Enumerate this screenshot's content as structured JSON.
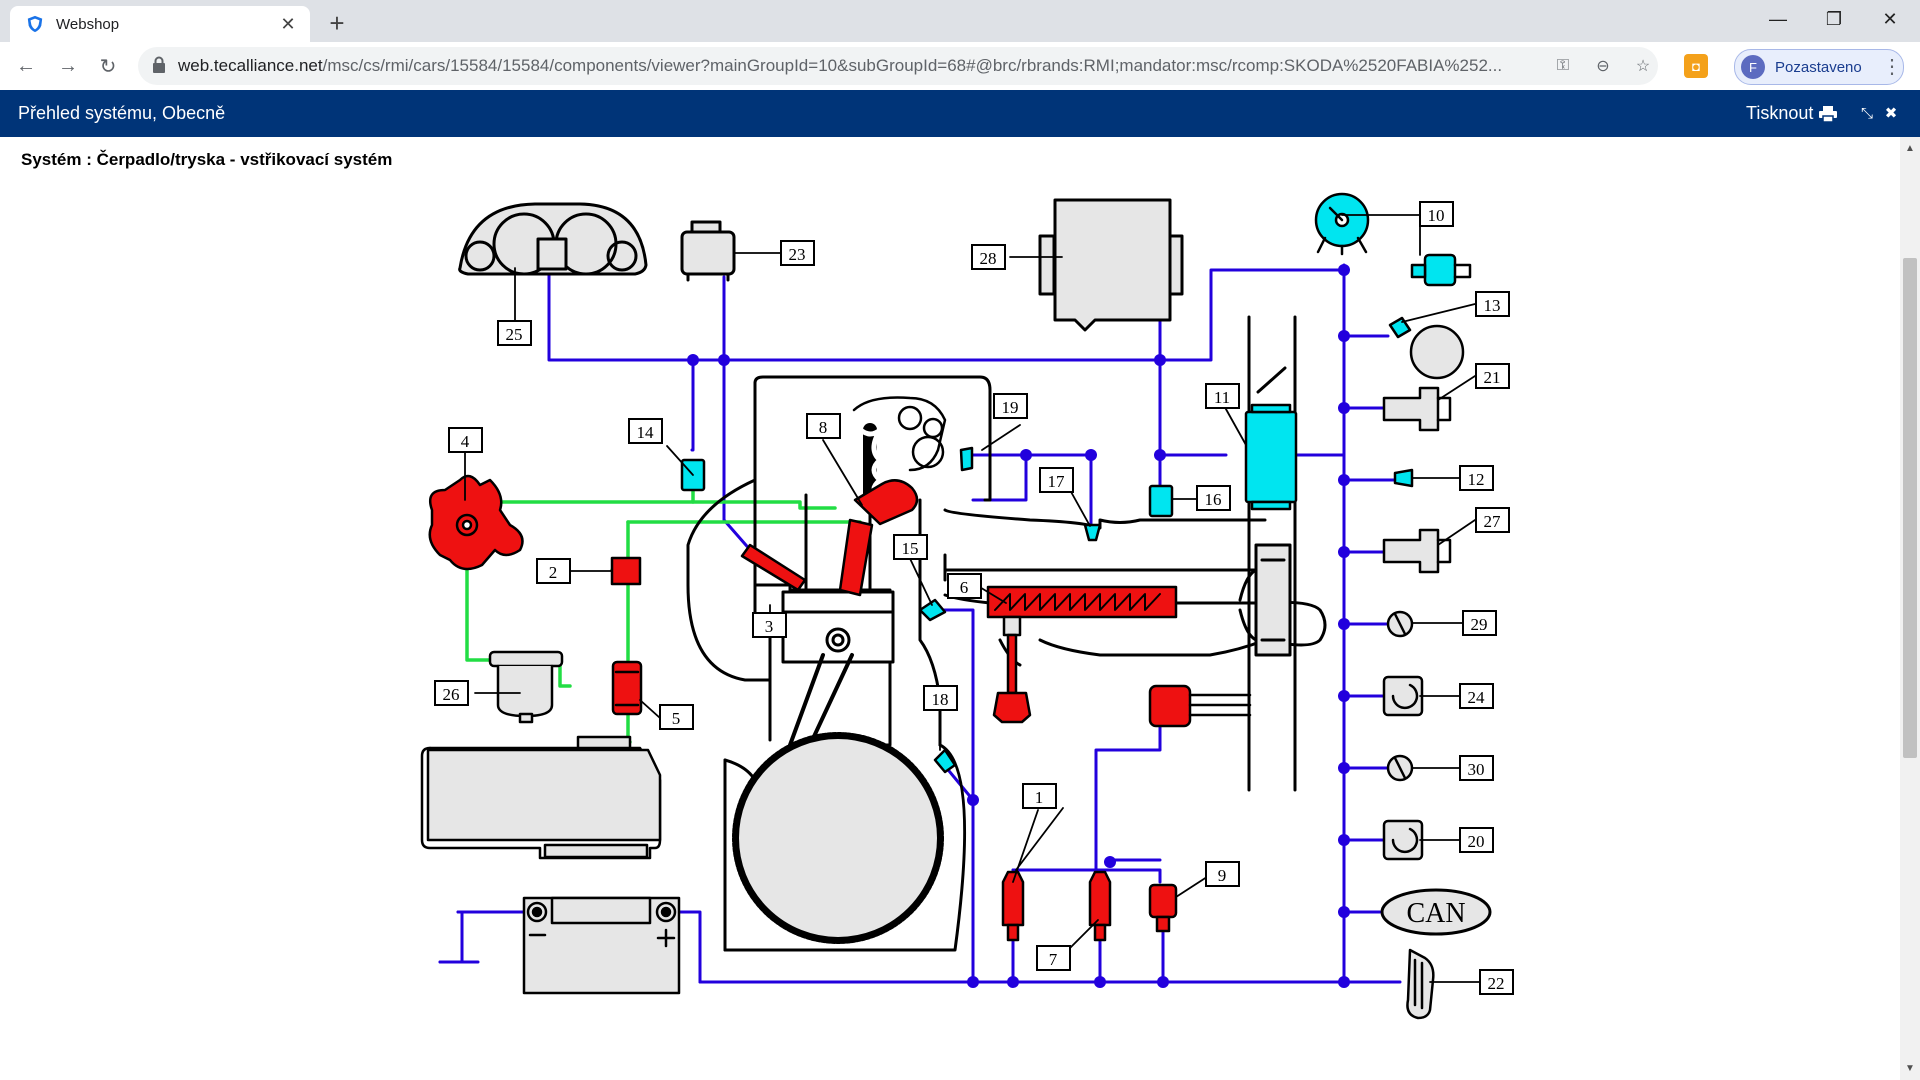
{
  "browser": {
    "tab_title": "Webshop",
    "url_host": "web.tecalliance.net",
    "url_path": "/msc/cs/rmi/cars/15584/15584/components/viewer?mainGroupId=10&subGroupId=68#@brc/rbrands:RMI;mandator:msc/rcomp:SKODA%2520FABIA%252...",
    "profile_initial": "F",
    "profile_label": "Pozastaveno"
  },
  "app": {
    "title": "Přehled systému, Obecně",
    "print_label": "Tisknout",
    "system_title": "Systém : Čerpadlo/tryska - vstřikovací systém"
  },
  "diagram": {
    "callouts": [
      "1",
      "2",
      "3",
      "4",
      "5",
      "6",
      "7",
      "8",
      "9",
      "10",
      "11",
      "12",
      "13",
      "14",
      "15",
      "16",
      "17",
      "18",
      "19",
      "20",
      "21",
      "22",
      "23",
      "24",
      "25",
      "26",
      "27",
      "28",
      "29",
      "30"
    ],
    "can_label": "CAN",
    "colors": {
      "bus": "#2200dd",
      "wire_green": "#22dd44",
      "actuator_red": "#ee1111",
      "sensor_cyan": "#00e5f0",
      "housing_grey": "#e6e6e6"
    }
  },
  "icons": {
    "tab_favicon": "shield-icon",
    "lock": "lock-icon",
    "key": "key-icon",
    "zoom": "zoom-icon",
    "bookmark": "star-icon",
    "print": "printer-icon",
    "collapse": "collapse-icon",
    "close": "close-icon"
  }
}
